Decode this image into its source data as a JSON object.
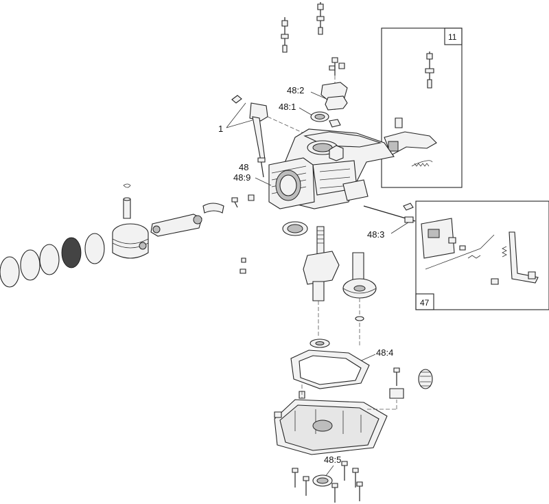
{
  "callouts": {
    "c1": "1",
    "c48": "48",
    "c48_9": "48:9",
    "c48_2": "48:2",
    "c48_1": "48:1",
    "c48_3": "48:3",
    "c48_4": "48:4",
    "c48_5": "48:5"
  },
  "insets": {
    "i11": "11",
    "i47": "47"
  }
}
